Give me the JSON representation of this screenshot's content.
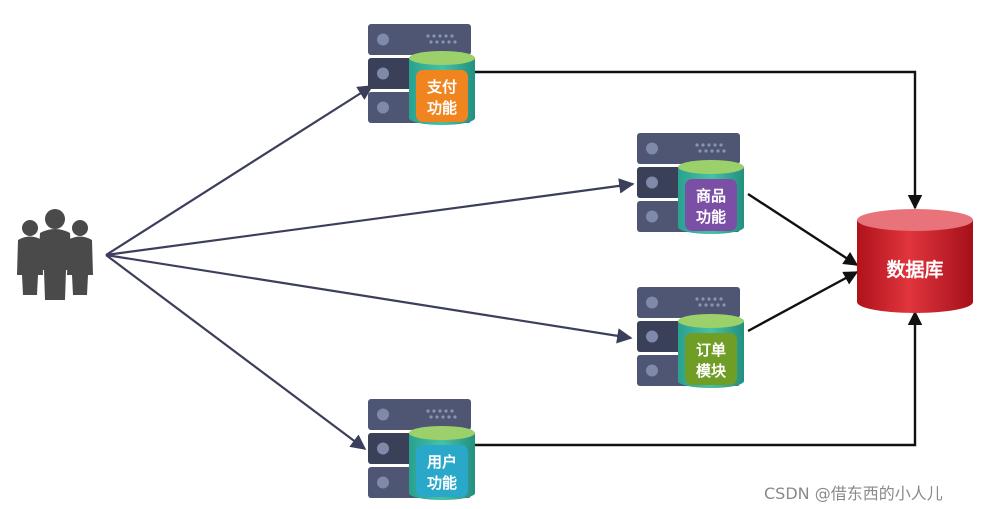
{
  "users": {
    "icon": "users-group-icon"
  },
  "modules": [
    {
      "id": "pay",
      "line1": "支付",
      "line2": "功能",
      "color": "#f0841e"
    },
    {
      "id": "goods",
      "line1": "商品",
      "line2": "功能",
      "color": "#7b4fa6"
    },
    {
      "id": "order",
      "line1": "订单",
      "line2": "模块",
      "color": "#6f9d25"
    },
    {
      "id": "user",
      "line1": "用户",
      "line2": "功能",
      "color": "#2aa8c9"
    }
  ],
  "database": {
    "label": "数据库",
    "color": "#c8202a"
  },
  "watermark": "CSDN @借东西的小人儿"
}
